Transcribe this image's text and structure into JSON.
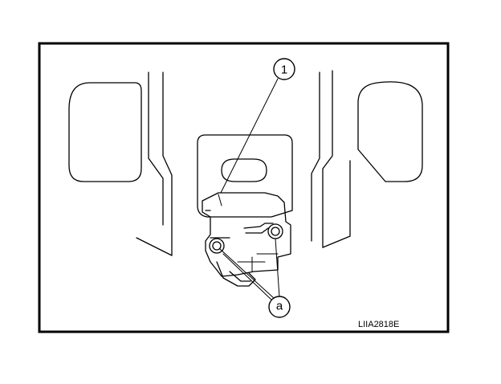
{
  "diagram": {
    "callouts": {
      "part_1": "1",
      "bolts_a": "a"
    },
    "figure_code": "LIIA2818E"
  }
}
